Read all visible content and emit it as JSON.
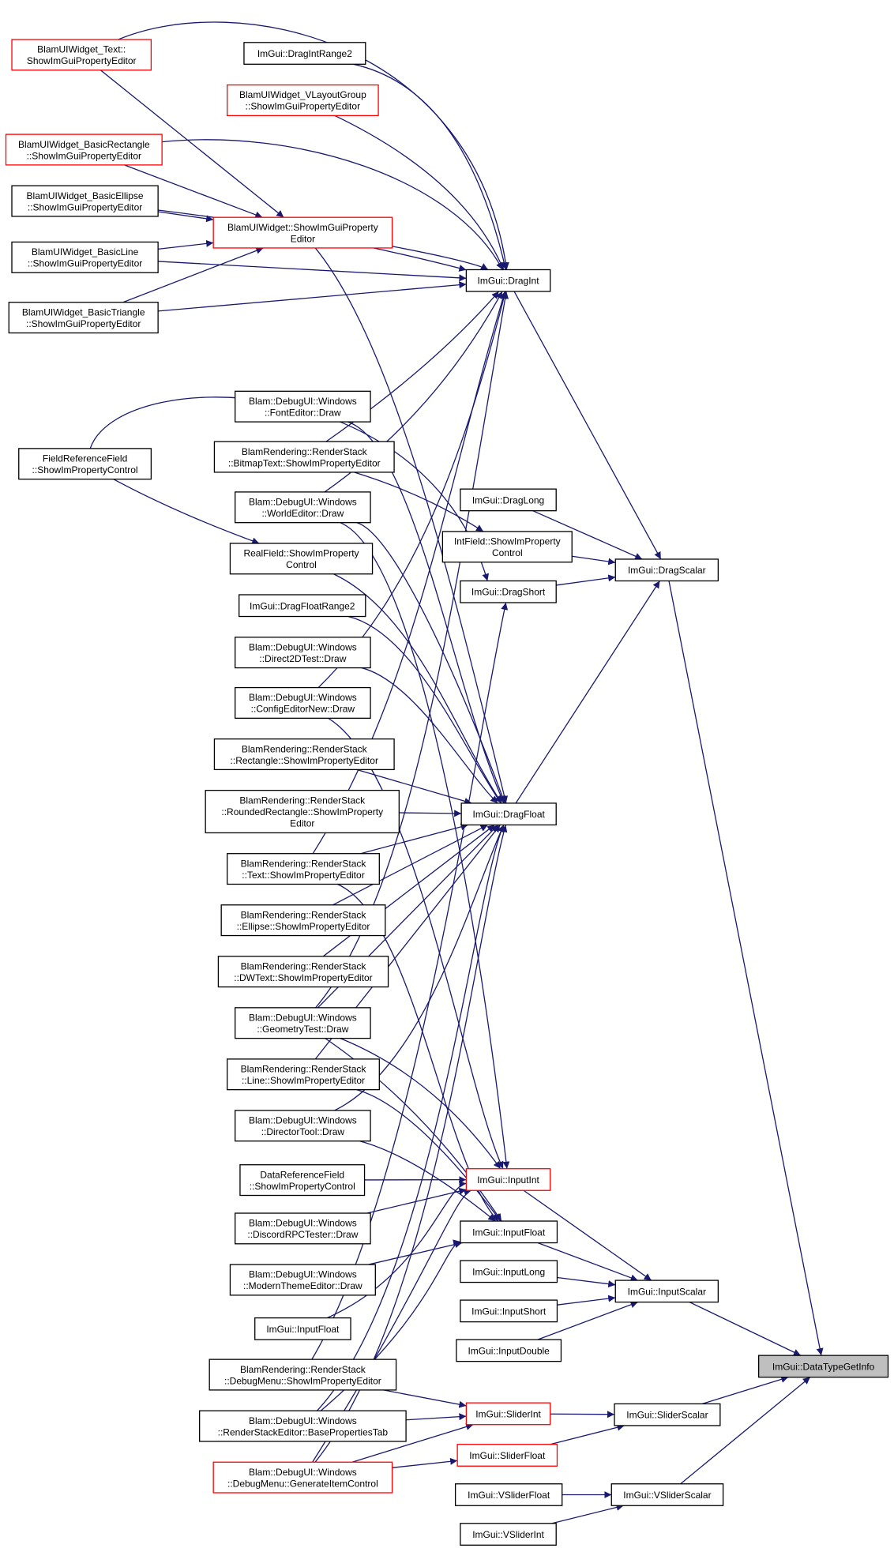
{
  "colors": {
    "edge": "#191970",
    "node_border": "#000000",
    "node_border_truncated": "#ff0000",
    "node_fill": "#ffffff",
    "target_fill": "#bfbfbf"
  },
  "nodes": [
    {
      "id": "n1",
      "lines": [
        "BlamUIWidget_Text::",
        "ShowImGuiPropertyEditor"
      ],
      "border": "red"
    },
    {
      "id": "n2",
      "lines": [
        "ImGui::DragIntRange2"
      ],
      "border": "black"
    },
    {
      "id": "n3",
      "lines": [
        "BlamUIWidget_VLayoutGroup",
        "::ShowImGuiPropertyEditor"
      ],
      "border": "red"
    },
    {
      "id": "n4",
      "lines": [
        "BlamUIWidget_BasicRectangle",
        "::ShowImGuiPropertyEditor"
      ],
      "border": "red"
    },
    {
      "id": "n5",
      "lines": [
        "BlamUIWidget_BasicEllipse",
        "::ShowImGuiPropertyEditor"
      ],
      "border": "black"
    },
    {
      "id": "n6",
      "lines": [
        "BlamUIWidget::ShowImGuiProperty",
        "Editor"
      ],
      "border": "red"
    },
    {
      "id": "n7",
      "lines": [
        "BlamUIWidget_BasicLine",
        "::ShowImGuiPropertyEditor"
      ],
      "border": "black"
    },
    {
      "id": "n8",
      "lines": [
        "ImGui::DragInt"
      ],
      "border": "black"
    },
    {
      "id": "n9",
      "lines": [
        "BlamUIWidget_BasicTriangle",
        "::ShowImGuiPropertyEditor"
      ],
      "border": "black"
    },
    {
      "id": "n10",
      "lines": [
        "Blam::DebugUI::Windows",
        "::FontEditor::Draw"
      ],
      "border": "black"
    },
    {
      "id": "n11",
      "lines": [
        "BlamRendering::RenderStack",
        "::BitmapText::ShowImPropertyEditor"
      ],
      "border": "black"
    },
    {
      "id": "n12",
      "lines": [
        "FieldReferenceField",
        "::ShowImPropertyControl"
      ],
      "border": "black"
    },
    {
      "id": "n13",
      "lines": [
        "Blam::DebugUI::Windows",
        "::WorldEditor::Draw"
      ],
      "border": "black"
    },
    {
      "id": "n14",
      "lines": [
        "ImGui::DragLong"
      ],
      "border": "black"
    },
    {
      "id": "n15",
      "lines": [
        "IntField::ShowImProperty",
        "Control"
      ],
      "border": "black"
    },
    {
      "id": "n16",
      "lines": [
        "RealField::ShowImProperty",
        "Control"
      ],
      "border": "black"
    },
    {
      "id": "n17",
      "lines": [
        "ImGui::DragScalar"
      ],
      "border": "black"
    },
    {
      "id": "n18",
      "lines": [
        "ImGui::DragShort"
      ],
      "border": "black"
    },
    {
      "id": "n19",
      "lines": [
        "ImGui::DragFloatRange2"
      ],
      "border": "black"
    },
    {
      "id": "n20",
      "lines": [
        "Blam::DebugUI::Windows",
        "::Direct2DTest::Draw"
      ],
      "border": "black"
    },
    {
      "id": "n21",
      "lines": [
        "Blam::DebugUI::Windows",
        "::ConfigEditorNew::Draw"
      ],
      "border": "black"
    },
    {
      "id": "n22",
      "lines": [
        "BlamRendering::RenderStack",
        "::Rectangle::ShowImPropertyEditor"
      ],
      "border": "black"
    },
    {
      "id": "n23",
      "lines": [
        "BlamRendering::RenderStack",
        "::RoundedRectangle::ShowImProperty",
        "Editor"
      ],
      "border": "black"
    },
    {
      "id": "n24",
      "lines": [
        "ImGui::DragFloat"
      ],
      "border": "black"
    },
    {
      "id": "n25",
      "lines": [
        "BlamRendering::RenderStack",
        "::Text::ShowImPropertyEditor"
      ],
      "border": "black"
    },
    {
      "id": "n26",
      "lines": [
        "BlamRendering::RenderStack",
        "::Ellipse::ShowImPropertyEditor"
      ],
      "border": "black"
    },
    {
      "id": "n27",
      "lines": [
        "BlamRendering::RenderStack",
        "::DWText::ShowImPropertyEditor"
      ],
      "border": "black"
    },
    {
      "id": "n28",
      "lines": [
        "Blam::DebugUI::Windows",
        "::GeometryTest::Draw"
      ],
      "border": "black"
    },
    {
      "id": "n29",
      "lines": [
        "BlamRendering::RenderStack",
        "::Line::ShowImPropertyEditor"
      ],
      "border": "black"
    },
    {
      "id": "n30",
      "lines": [
        "Blam::DebugUI::Windows",
        "::DirectorTool::Draw"
      ],
      "border": "black"
    },
    {
      "id": "n31",
      "lines": [
        "DataReferenceField",
        "::ShowImPropertyControl"
      ],
      "border": "black"
    },
    {
      "id": "n32",
      "lines": [
        "ImGui::InputInt"
      ],
      "border": "red"
    },
    {
      "id": "n33",
      "lines": [
        "Blam::DebugUI::Windows",
        "::DiscordRPCTester::Draw"
      ],
      "border": "black"
    },
    {
      "id": "n34",
      "lines": [
        "ImGui::InputFloat"
      ],
      "border": "black"
    },
    {
      "id": "n35",
      "lines": [
        "Blam::DebugUI::Windows",
        "::ModernThemeEditor::Draw"
      ],
      "border": "black"
    },
    {
      "id": "n36",
      "lines": [
        "ImGui::InputLong"
      ],
      "border": "black"
    },
    {
      "id": "n37",
      "lines": [
        "ImGui::InputScalar"
      ],
      "border": "black"
    },
    {
      "id": "n38",
      "lines": [
        "ImGui::InputShort"
      ],
      "border": "black"
    },
    {
      "id": "n39",
      "lines": [
        "ImGui::InputFloat"
      ],
      "border": "black"
    },
    {
      "id": "n40",
      "lines": [
        "ImGui::InputDouble"
      ],
      "border": "black"
    },
    {
      "id": "n41",
      "lines": [
        "ImGui::DataTypeGetInfo"
      ],
      "border": "target"
    },
    {
      "id": "n42",
      "lines": [
        "BlamRendering::RenderStack",
        "::DebugMenu::ShowImPropertyEditor"
      ],
      "border": "black"
    },
    {
      "id": "n43",
      "lines": [
        "Blam::DebugUI::Windows",
        "::RenderStackEditor::BasePropertiesTab"
      ],
      "border": "black"
    },
    {
      "id": "n44",
      "lines": [
        "ImGui::SliderInt"
      ],
      "border": "red"
    },
    {
      "id": "n45",
      "lines": [
        "ImGui::SliderScalar"
      ],
      "border": "black"
    },
    {
      "id": "n46",
      "lines": [
        "ImGui::SliderFloat"
      ],
      "border": "red"
    },
    {
      "id": "n47",
      "lines": [
        "Blam::DebugUI::Windows",
        "::DebugMenu::GenerateItemControl"
      ],
      "border": "red"
    },
    {
      "id": "n48",
      "lines": [
        "ImGui::VSliderFloat"
      ],
      "border": "black"
    },
    {
      "id": "n49",
      "lines": [
        "ImGui::VSliderScalar"
      ],
      "border": "black"
    },
    {
      "id": "n50",
      "lines": [
        "ImGui::VSliderInt"
      ],
      "border": "black"
    }
  ],
  "edges": [
    [
      "n1",
      "n8"
    ],
    [
      "n1",
      "n6"
    ],
    [
      "n2",
      "n8"
    ],
    [
      "n3",
      "n8"
    ],
    [
      "n4",
      "n8"
    ],
    [
      "n4",
      "n6"
    ],
    [
      "n5",
      "n8"
    ],
    [
      "n5",
      "n6"
    ],
    [
      "n7",
      "n8"
    ],
    [
      "n7",
      "n6"
    ],
    [
      "n9",
      "n8"
    ],
    [
      "n9",
      "n6"
    ],
    [
      "n6",
      "n8"
    ],
    [
      "n6",
      "n24"
    ],
    [
      "n8",
      "n17"
    ],
    [
      "n17",
      "n41"
    ],
    [
      "n11",
      "n8"
    ],
    [
      "n13",
      "n8"
    ],
    [
      "n12",
      "n16"
    ],
    [
      "n12",
      "n18"
    ],
    [
      "n10",
      "n24"
    ],
    [
      "n11",
      "n15"
    ],
    [
      "n13",
      "n24"
    ],
    [
      "n13",
      "n32"
    ],
    [
      "n14",
      "n17"
    ],
    [
      "n15",
      "n17"
    ],
    [
      "n18",
      "n17"
    ],
    [
      "n24",
      "n17"
    ],
    [
      "n16",
      "n24"
    ],
    [
      "n19",
      "n24"
    ],
    [
      "n20",
      "n24"
    ],
    [
      "n21",
      "n8"
    ],
    [
      "n21",
      "n32"
    ],
    [
      "n22",
      "n24"
    ],
    [
      "n23",
      "n24"
    ],
    [
      "n25",
      "n8"
    ],
    [
      "n25",
      "n24"
    ],
    [
      "n25",
      "n34"
    ],
    [
      "n26",
      "n24"
    ],
    [
      "n27",
      "n24"
    ],
    [
      "n28",
      "n8"
    ],
    [
      "n28",
      "n24"
    ],
    [
      "n28",
      "n32"
    ],
    [
      "n28",
      "n34"
    ],
    [
      "n29",
      "n24"
    ],
    [
      "n29",
      "n34"
    ],
    [
      "n30",
      "n24"
    ],
    [
      "n30",
      "n34"
    ],
    [
      "n31",
      "n32"
    ],
    [
      "n33",
      "n32"
    ],
    [
      "n35",
      "n34"
    ],
    [
      "n39",
      "n32"
    ],
    [
      "n32",
      "n37"
    ],
    [
      "n34",
      "n37"
    ],
    [
      "n36",
      "n37"
    ],
    [
      "n38",
      "n37"
    ],
    [
      "n40",
      "n37"
    ],
    [
      "n37",
      "n41"
    ],
    [
      "n42",
      "n18"
    ],
    [
      "n42",
      "n44"
    ],
    [
      "n43",
      "n24"
    ],
    [
      "n43",
      "n44"
    ],
    [
      "n43",
      "n34"
    ],
    [
      "n47",
      "n32"
    ],
    [
      "n47",
      "n46"
    ],
    [
      "n47",
      "n24"
    ],
    [
      "n47",
      "n44"
    ],
    [
      "n44",
      "n45"
    ],
    [
      "n46",
      "n45"
    ],
    [
      "n45",
      "n41"
    ],
    [
      "n48",
      "n49"
    ],
    [
      "n50",
      "n49"
    ],
    [
      "n49",
      "n41"
    ]
  ]
}
